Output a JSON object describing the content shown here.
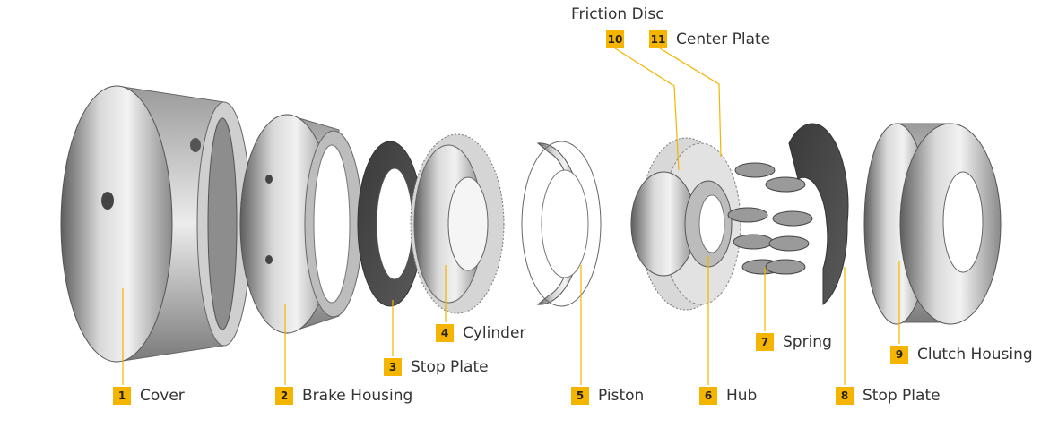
{
  "parts": [
    {
      "number": "1",
      "label": "Cover"
    },
    {
      "number": "2",
      "label": "Brake Housing"
    },
    {
      "number": "3",
      "label": "Stop Plate"
    },
    {
      "number": "4",
      "label": "Cylinder"
    },
    {
      "number": "5",
      "label": "Piston"
    },
    {
      "number": "6",
      "label": "Hub"
    },
    {
      "number": "7",
      "label": "Spring"
    },
    {
      "number": "8",
      "label": "Stop Plate"
    },
    {
      "number": "9",
      "label": "Clutch Housing"
    },
    {
      "number": "10",
      "label": ""
    },
    {
      "number": "11",
      "label": "Center Plate"
    }
  ],
  "friction_disc_label": "Friction Disc",
  "colors": {
    "badge": "#f5b400",
    "leader": "#f5b400",
    "metal_dark": "#6f6f6f",
    "metal_light": "#e6e6e6"
  }
}
